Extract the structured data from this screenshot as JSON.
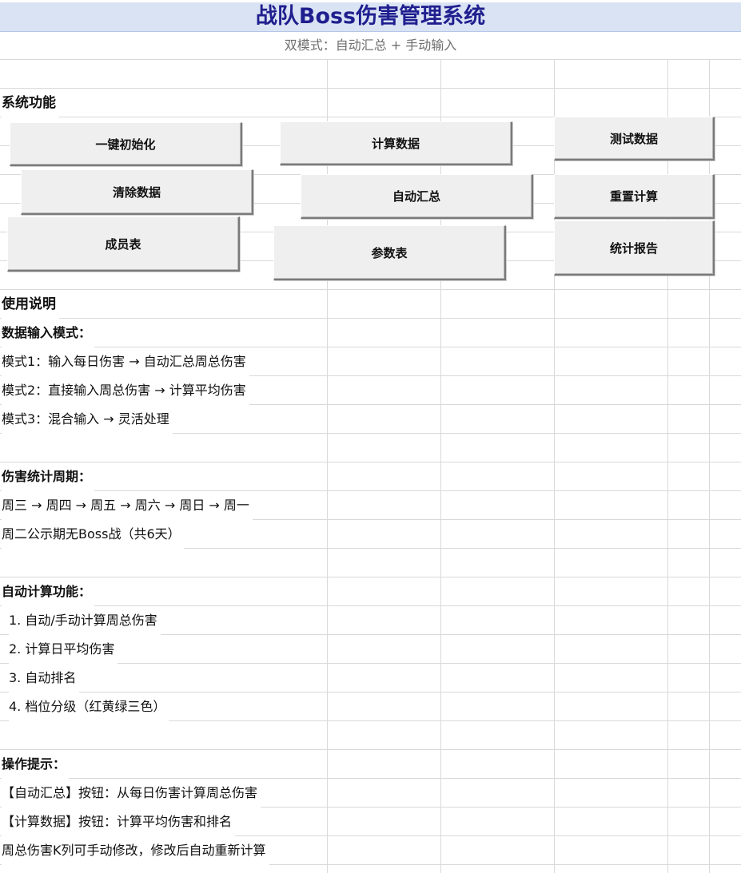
{
  "title": "战队Boss伤害管理系统",
  "subtitle": "双模式：自动汇总 + 手动输入",
  "sections": {
    "functions": {
      "label": "系统功能",
      "buttons": {
        "init": "一键初始化",
        "calc": "计算数据",
        "test": "测试数据",
        "clear": "清除数据",
        "auto_sum": "自动汇总",
        "reset_calc": "重置计算",
        "members": "成员表",
        "params": "参数表",
        "report": "统计报告"
      }
    },
    "instructions": {
      "heading": "使用说明",
      "input_mode_heading": "数据输入模式：",
      "modes": [
        "模式1：输入每日伤害 → 自动汇总周总伤害",
        "模式2：直接输入周总伤害 → 计算平均伤害",
        "模式3：混合输入 → 灵活处理"
      ],
      "cycle_heading": "伤害统计周期：",
      "cycle_lines": [
        "周三 → 周四 → 周五 → 周六 → 周日 → 周一",
        "周二公示期无Boss战（共6天）"
      ],
      "auto_calc_heading": "自动计算功能：",
      "auto_calc_items": [
        "1. 自动/手动计算周总伤害",
        "2. 计算日平均伤害",
        "3. 自动排名",
        "4. 档位分级（红黄绿三色）"
      ],
      "tips_heading": "操作提示：",
      "tips": [
        "【自动汇总】按钮：从每日伤害计算周总伤害",
        "【计算数据】按钮：计算平均伤害和排名",
        "周总伤害K列可手动修改，修改后自动重新计算"
      ]
    }
  },
  "colors": {
    "title_bg": "#dae3f3",
    "title_text": "#1f1f8f",
    "subtitle_text": "#6f6f6f",
    "grid": "#d9d9d9",
    "button_face": "#efefef"
  }
}
